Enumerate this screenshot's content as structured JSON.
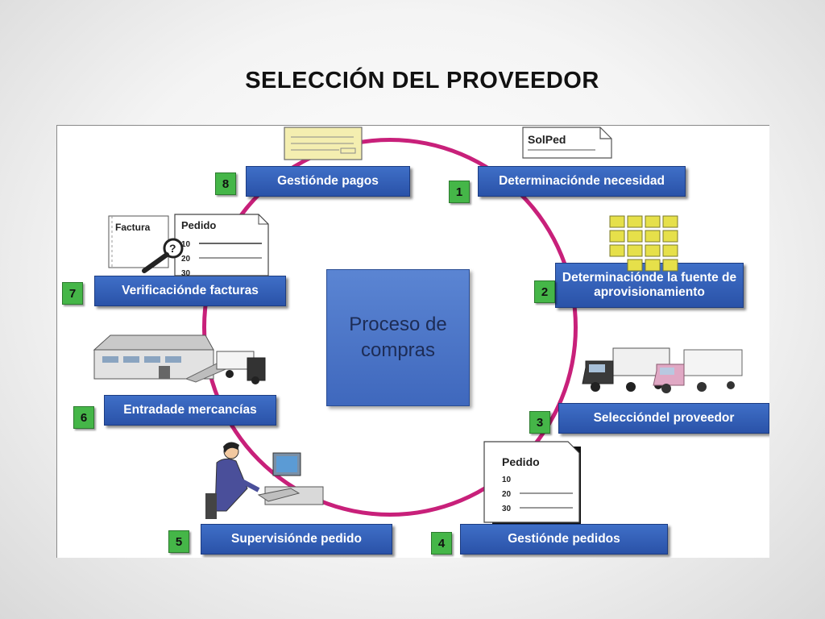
{
  "title": "SELECCIÓN DEL PROVEEDOR",
  "center": {
    "line1": "Proceso de",
    "line2": "compras"
  },
  "steps": [
    {
      "num": "1",
      "label": "Determinaciónde necesidad"
    },
    {
      "num": "2",
      "label": "Determinaciónde la fuente de aprovisionamiento"
    },
    {
      "num": "3",
      "label": "Seleccióndel proveedor"
    },
    {
      "num": "4",
      "label": "Gestiónde pedidos"
    },
    {
      "num": "5",
      "label": "Supervisiónde pedido"
    },
    {
      "num": "6",
      "label": "Entradade mercancías"
    },
    {
      "num": "7",
      "label": "Verificaciónde facturas"
    },
    {
      "num": "8",
      "label": "Gestiónde pagos"
    }
  ],
  "documents": {
    "solped": "SolPed",
    "factura": "Factura",
    "pedido": "Pedido",
    "lines": [
      "10",
      "20",
      "30"
    ]
  },
  "icons": [
    "check-icon",
    "requisition-document-icon",
    "source-grid-icon",
    "trucks-icon",
    "order-document-icon",
    "user-at-computer-icon",
    "warehouse-icon",
    "invoice-magnifier-icon"
  ],
  "colors": {
    "ring": "#c8207a",
    "box": "#2f5bb0",
    "number": "#45b648"
  }
}
